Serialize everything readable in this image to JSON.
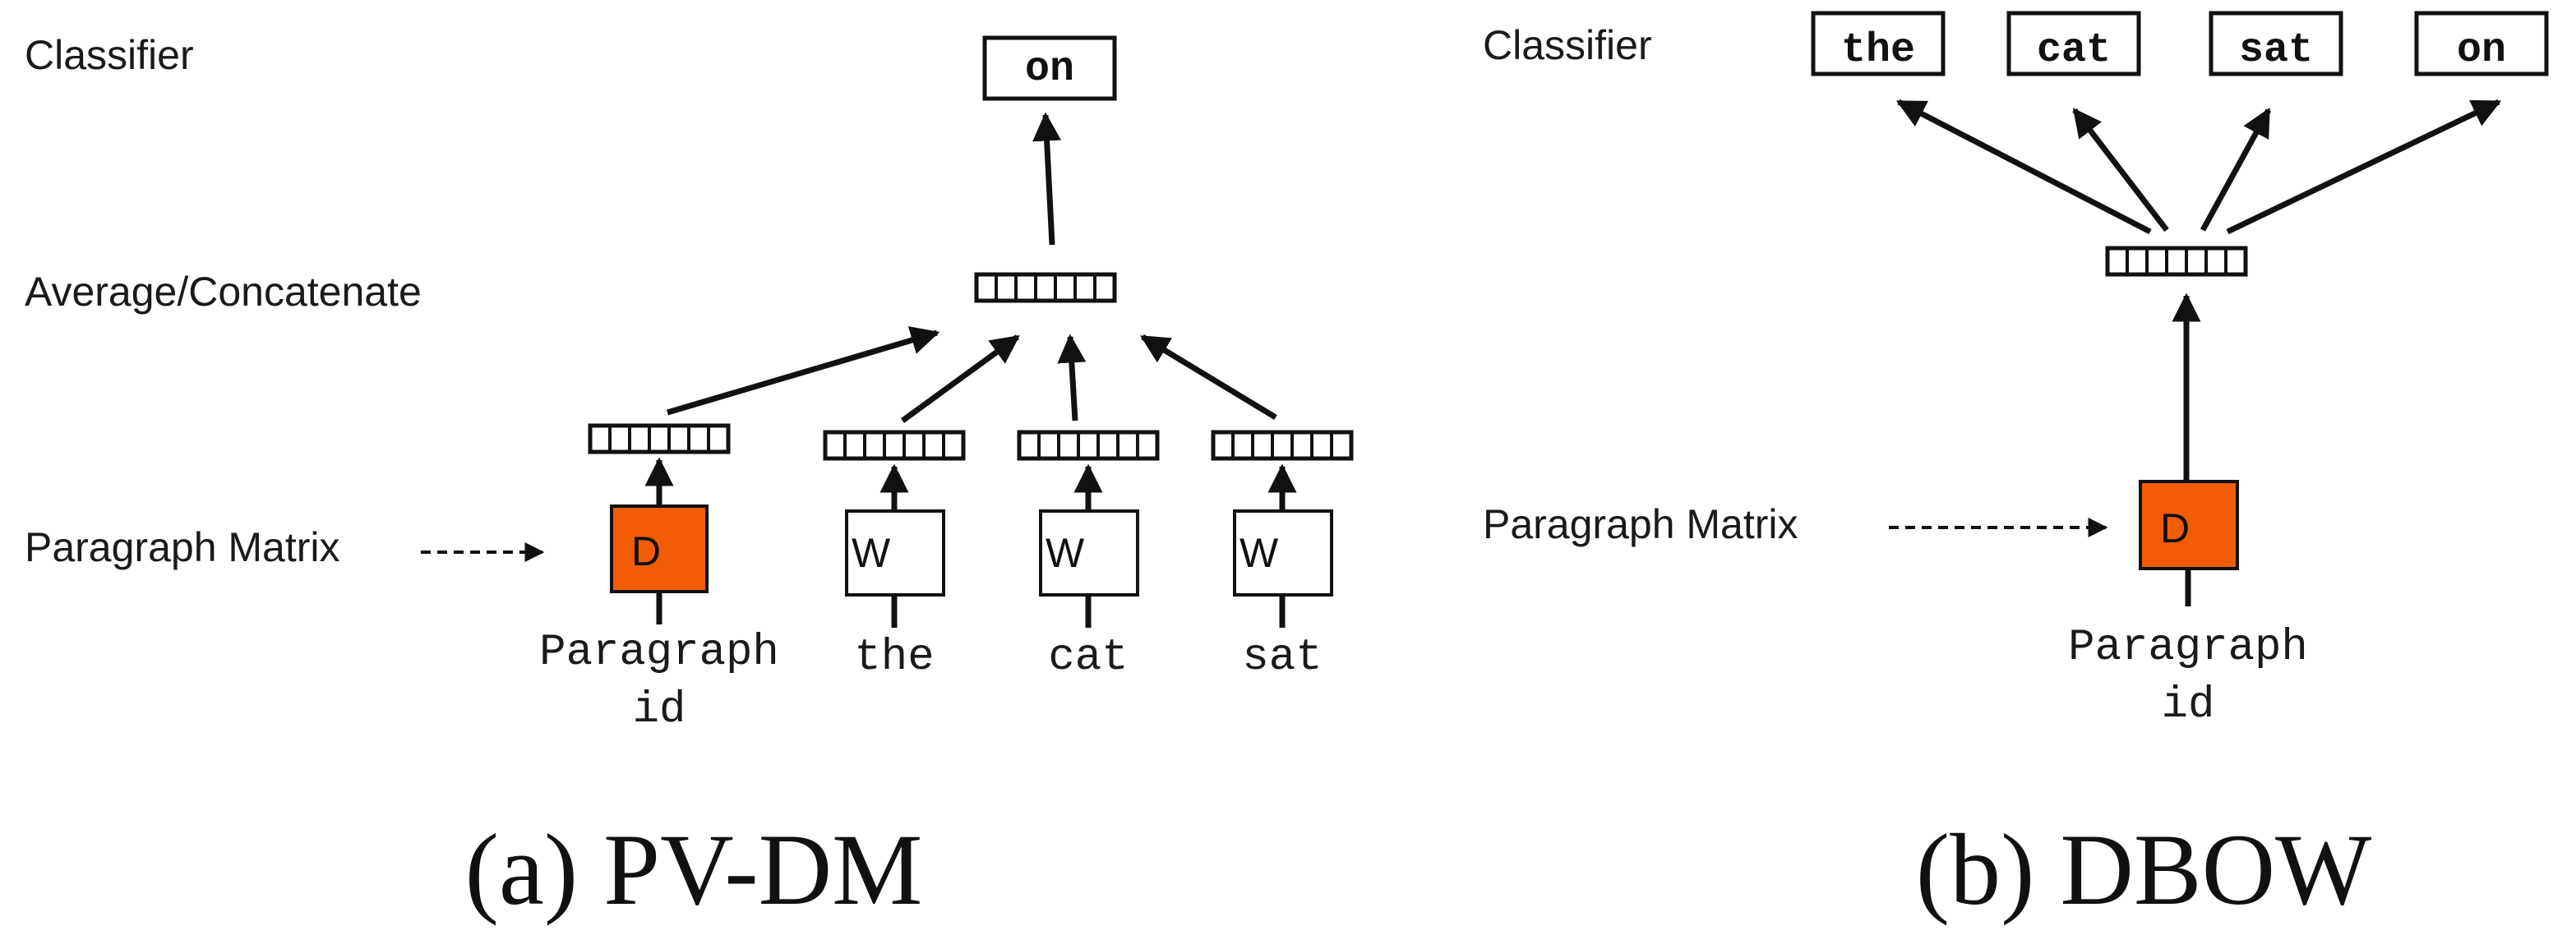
{
  "colors": {
    "paragraph_box": "#f25c05",
    "ink": "#111111"
  },
  "panel_a": {
    "row_classifier": "Classifier",
    "row_average": "Average/Concatenate",
    "row_paragraph_matrix": "Paragraph Matrix",
    "output_word": "on",
    "paragraph_box_letter": "D",
    "word_box_letter": "W",
    "paragraph_label_line1": "Paragraph",
    "paragraph_label_line2": "id",
    "input_words": [
      "the",
      "cat",
      "sat"
    ],
    "caption": "(a) PV-DM"
  },
  "panel_b": {
    "row_classifier": "Classifier",
    "row_paragraph_matrix": "Paragraph Matrix",
    "output_words": [
      "the",
      "cat",
      "sat",
      "on"
    ],
    "paragraph_box_letter": "D",
    "paragraph_label_line1": "Paragraph",
    "paragraph_label_line2": "id",
    "caption": "(b) DBOW"
  }
}
